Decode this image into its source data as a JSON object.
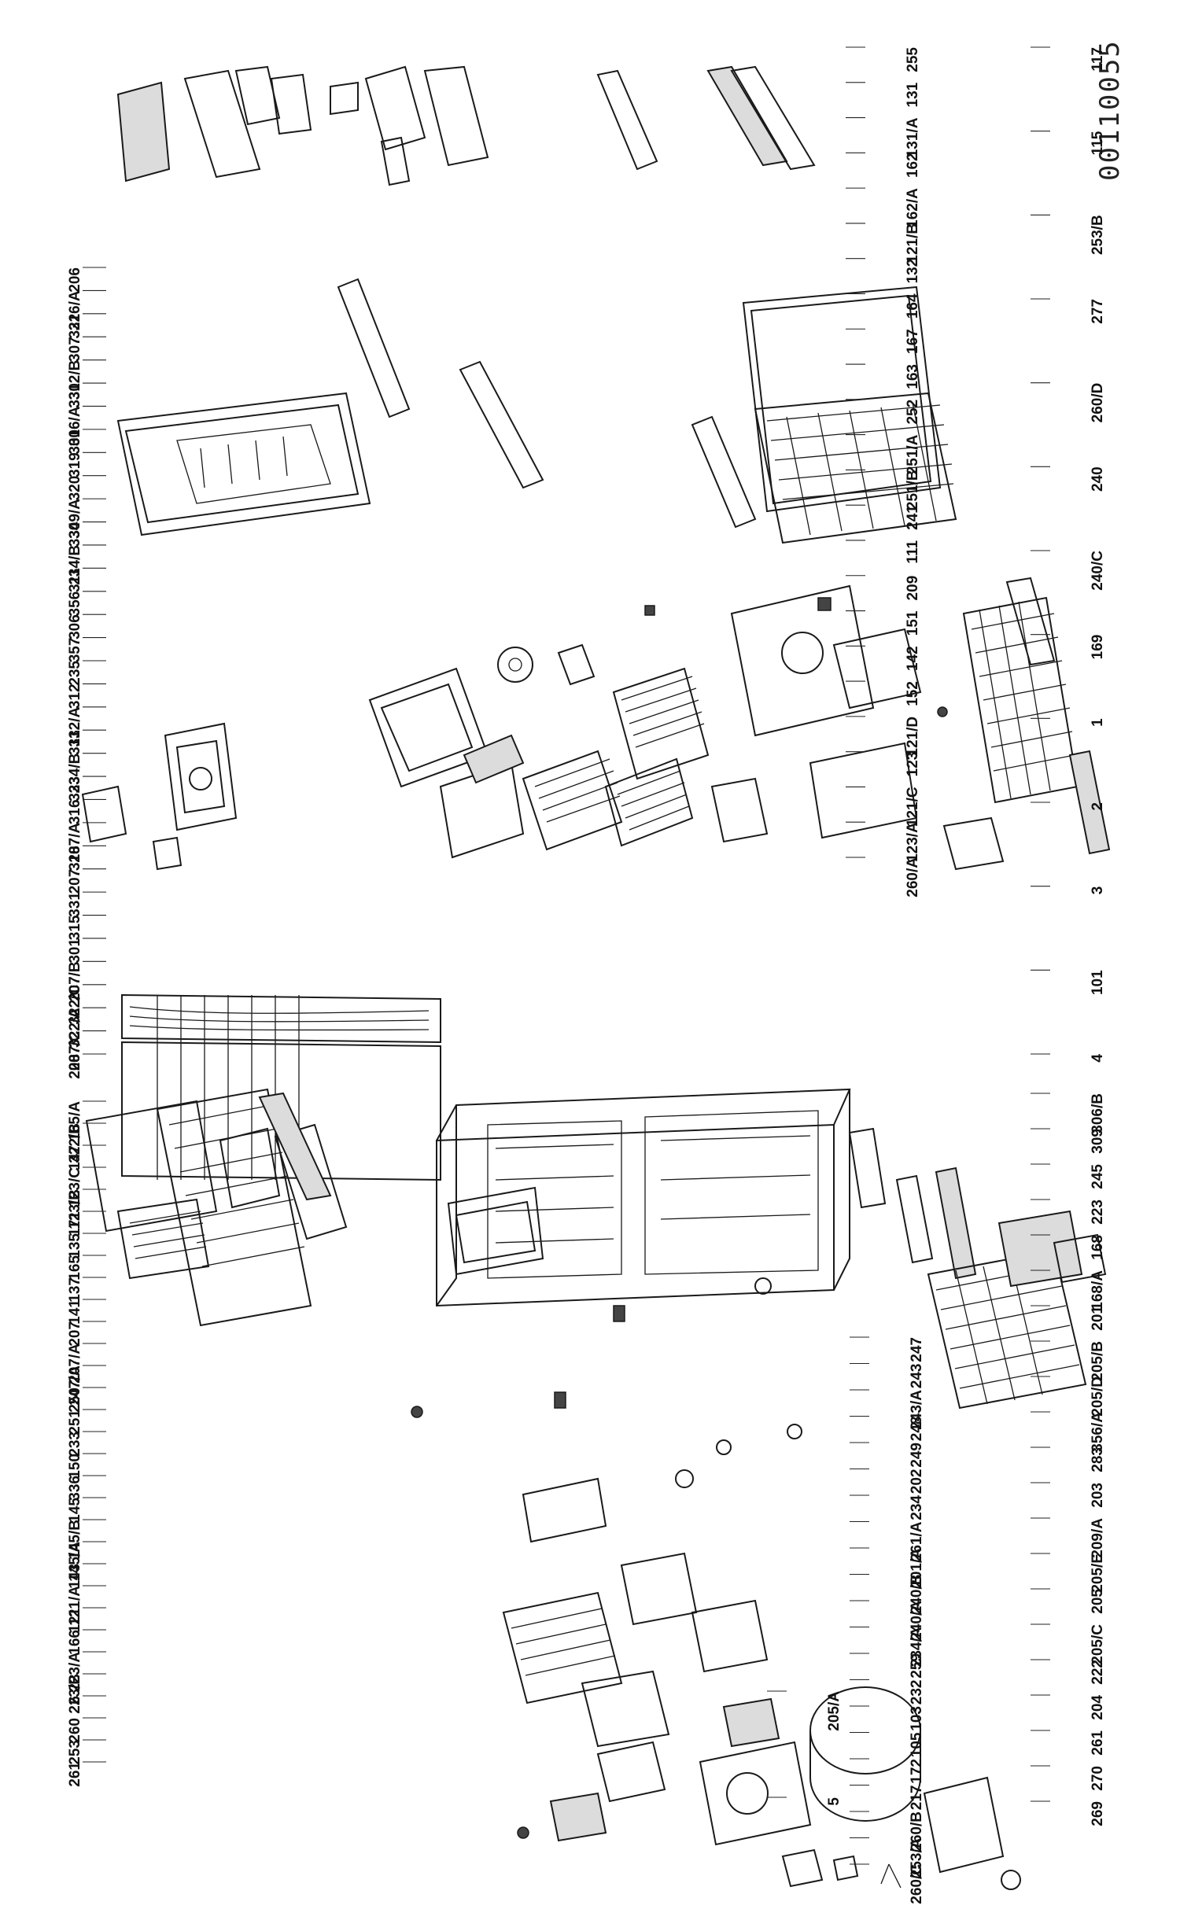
{
  "document_number": "00110055",
  "left_panel": {
    "row_top": [
      "306/B",
      "309",
      "245",
      "223",
      "168",
      "168/A",
      "201",
      "205/B",
      "205/D",
      "356/A",
      "283",
      "203",
      "209/A",
      "205/E",
      "205",
      "205/C",
      "222",
      "204",
      "261",
      "270",
      "269"
    ],
    "row_mid": [
      "247",
      "243",
      "243/A",
      "248",
      "249",
      "202",
      "234",
      "261/A",
      "201/A",
      "240/B",
      "240/A",
      "234/A",
      "259",
      "232",
      "103",
      "105",
      "172",
      "217",
      "260/B",
      "253/A",
      "260/C"
    ],
    "row_bottom": [
      "117",
      "115",
      "253/B",
      "277",
      "260/D",
      "240",
      "240/C",
      "169",
      "1",
      "2",
      "3",
      "101",
      "4"
    ],
    "extra": [
      "205/A",
      "5"
    ]
  },
  "right_panel": {
    "row_top": [
      "206",
      "316/A",
      "322",
      "307",
      "312/B",
      "330",
      "306/A",
      "301",
      "319",
      "320",
      "309/A",
      "334",
      "234/B",
      "311",
      "356",
      "306",
      "357",
      "235",
      "312",
      "312/A",
      "313",
      "234/B",
      "333",
      "316",
      "207/A",
      "318",
      "207",
      "331",
      "315",
      "301",
      "207/B",
      "322/C",
      "322/A",
      "207/C",
      "208"
    ],
    "row_mid": [
      "165/A",
      "322/B",
      "147",
      "123/C",
      "123/B",
      "171",
      "135",
      "165",
      "137",
      "141",
      "207",
      "207/A",
      "247/A",
      "250",
      "251",
      "233",
      "150",
      "336",
      "145",
      "145/B",
      "145/A",
      "143",
      "121/A",
      "121",
      "166",
      "223/A",
      "223/B",
      "6",
      "260",
      "253",
      "261"
    ],
    "row_bottom": [
      "255",
      "131",
      "131/A",
      "162",
      "162/A",
      "121/B",
      "132",
      "164",
      "167",
      "163",
      "252",
      "251/A",
      "251/B",
      "241",
      "111",
      "209",
      "151",
      "142",
      "152",
      "121/D",
      "123",
      "121/C",
      "123/A",
      "260/A"
    ]
  }
}
